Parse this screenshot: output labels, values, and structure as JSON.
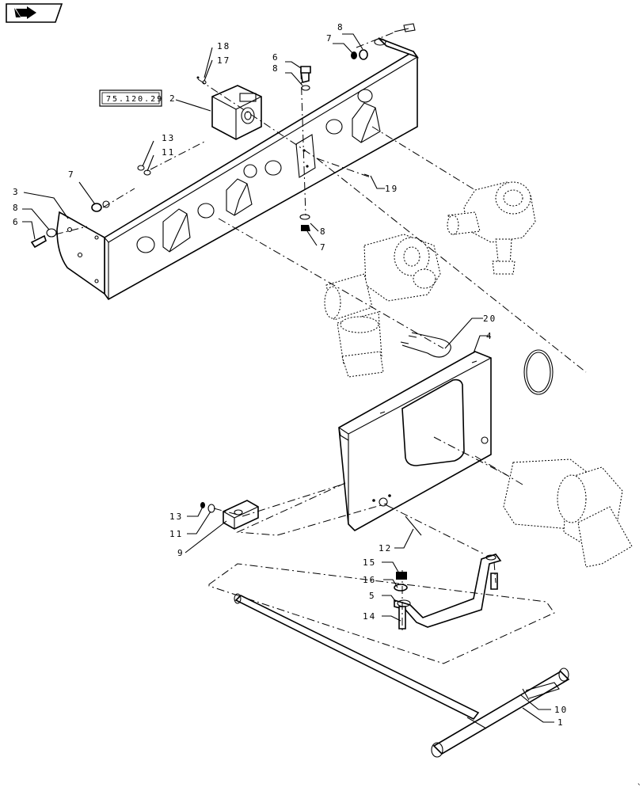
{
  "reference_box": {
    "text": "75.120.29"
  },
  "nav_icon": "arrow-right-icon",
  "callouts": {
    "c1": "1",
    "c2": "2",
    "c3": "3",
    "c4": "4",
    "c5": "5",
    "c6a": "6",
    "c6b": "6",
    "c7a": "7",
    "c7b": "7",
    "c7c": "7",
    "c8a": "8",
    "c8b": "8",
    "c8c": "8",
    "c8d": "8",
    "c9": "9",
    "c10": "10",
    "c11a": "11",
    "c11b": "11",
    "c12": "12",
    "c13a": "13",
    "c13b": "13",
    "c14": "14",
    "c15": "15",
    "c16": "16",
    "c17": "17",
    "c18": "18",
    "c19": "19",
    "c20": "20"
  }
}
